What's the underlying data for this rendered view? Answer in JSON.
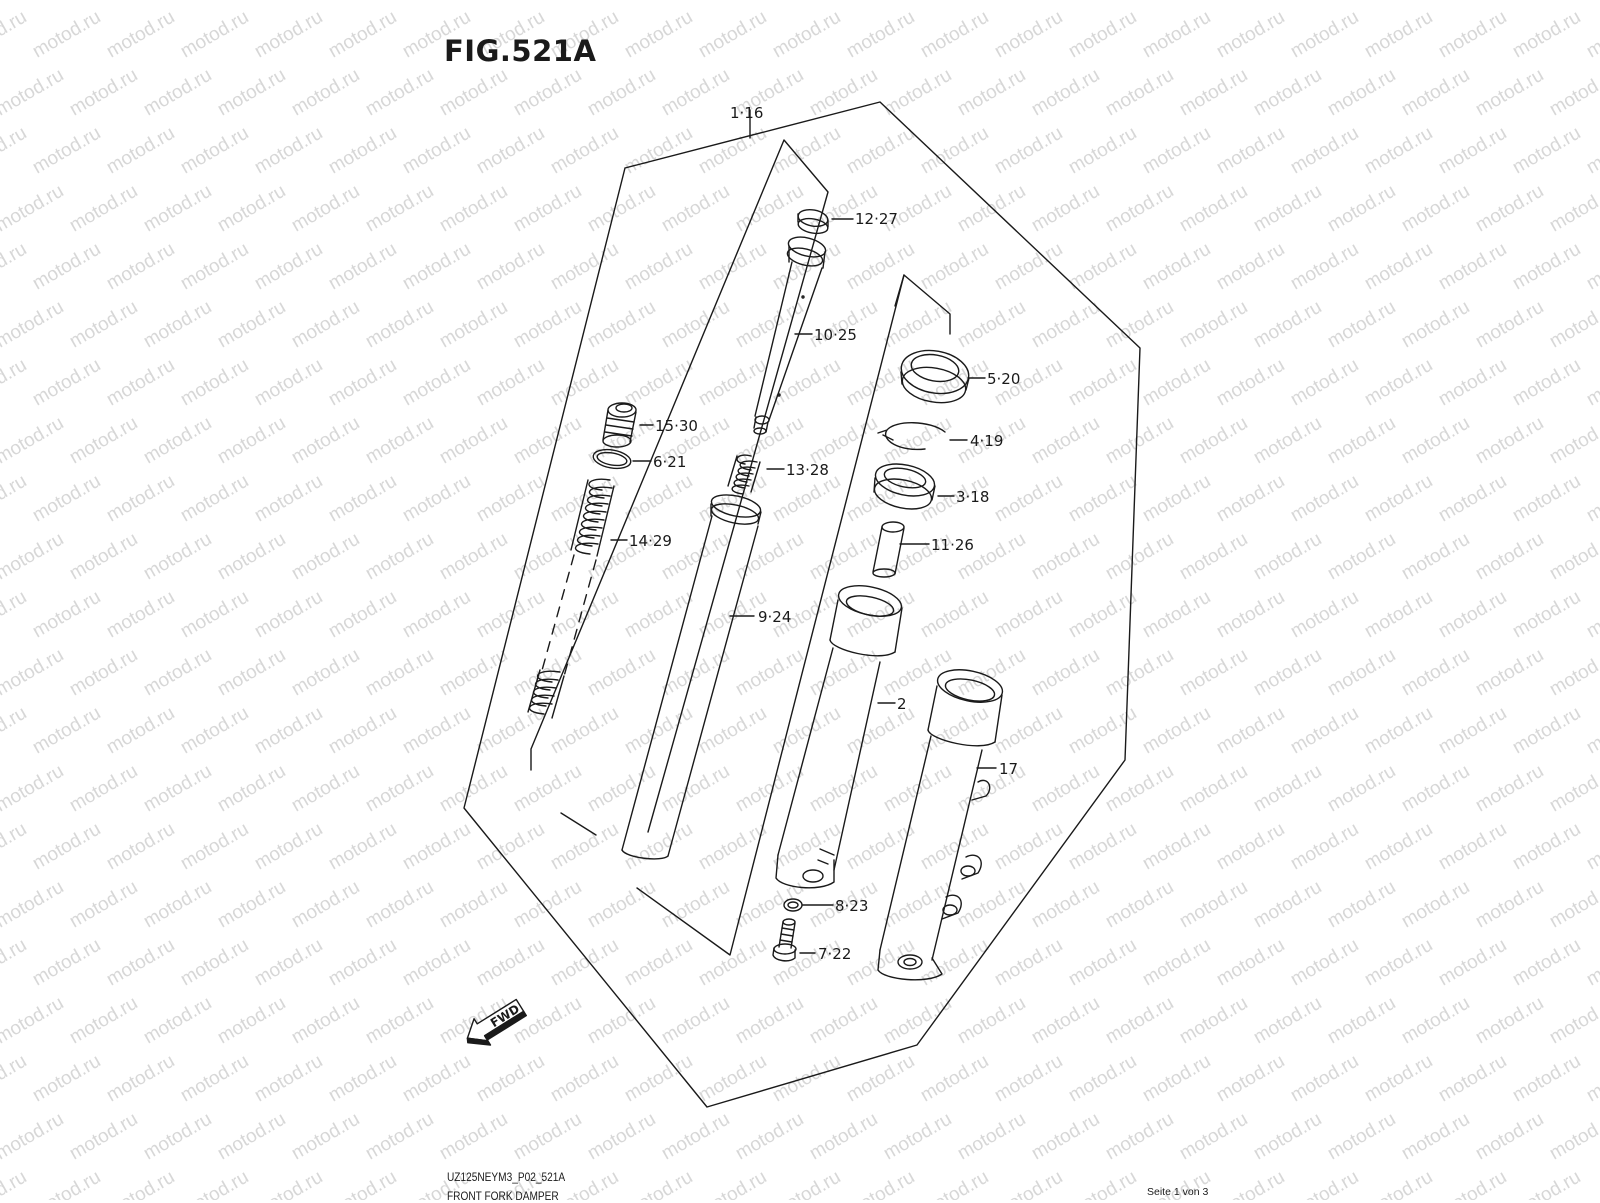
{
  "figure_title": "FIG.521A",
  "watermark_text": "motod.ru",
  "fwd_label": "FWD",
  "footer": {
    "code": "UZ125NEYM3_P02_521A",
    "name": "FRONT FORK DAMPER",
    "page": "Seite 1 von 3"
  },
  "callouts": {
    "assembly": "1·16",
    "fork_cap_ring": "12·27",
    "damper_rod": "10·25",
    "dust_seal": "5·20",
    "cap_bolt": "15·30",
    "o_ring": "6·21",
    "snap_ring": "4·19",
    "rebound_spring": "13·28",
    "oil_seal": "3·18",
    "fork_spring": "14·29",
    "oil_lock_piece": "11·26",
    "inner_tube": "9·24",
    "outer_tube_right": "2",
    "outer_tube_left": "17",
    "gasket": "8·23",
    "damper_bolt": "7·22"
  },
  "colors": {
    "line": "#1a1a1a",
    "watermark": "#d7d7d7",
    "background": "#ffffff"
  }
}
